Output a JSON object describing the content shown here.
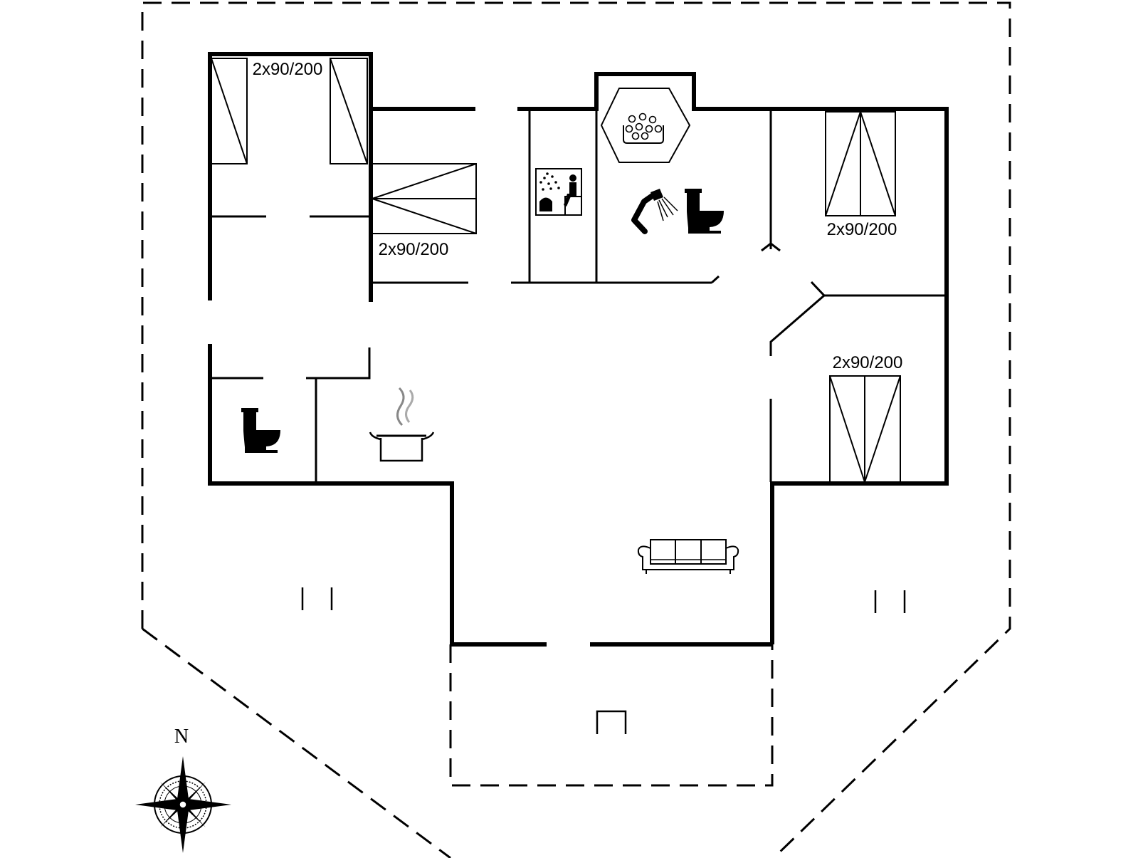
{
  "bed_labels": {
    "top_left": "2x90/200",
    "left_bunk": "2x90/200",
    "right_top": "2x90/200",
    "right_bottom": "2x90/200"
  },
  "compass": {
    "north": "N"
  },
  "icons": [
    "sauna-icon",
    "spa-bath-icon",
    "shower-icon",
    "toilet-icon",
    "kitchen-pot-icon",
    "sofa-icon",
    "terrace-chair-icon",
    "compass-rose-icon"
  ]
}
